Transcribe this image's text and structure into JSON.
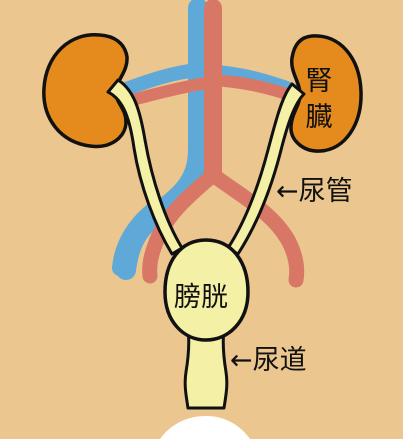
{
  "labels": {
    "kidney": "腎臓",
    "ureter": "←尿管",
    "bladder": "膀胱",
    "urethra": "←尿道"
  },
  "colors": {
    "skin": "#ebc68f",
    "kidney": "#e58a1d",
    "vein": "#5fa9d8",
    "artery": "#d97766",
    "urinary_tract": "#f4f0a6",
    "outline": "#111111",
    "background": "#ffffff"
  }
}
